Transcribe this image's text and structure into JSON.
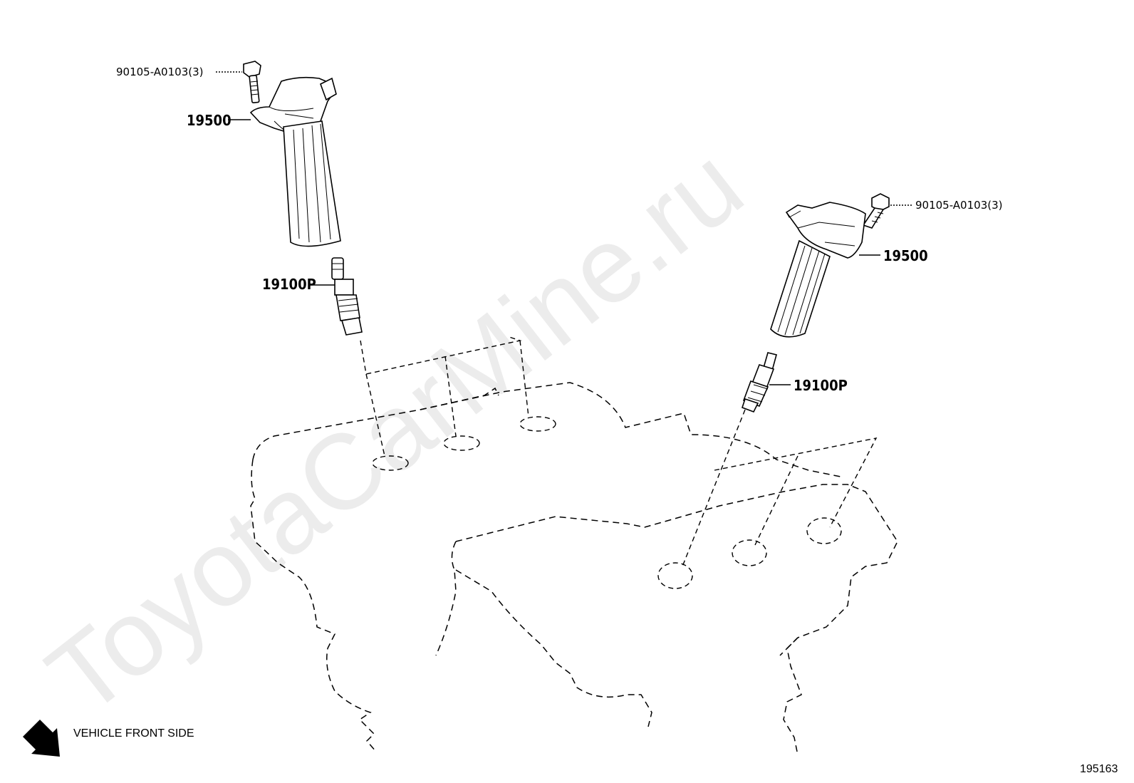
{
  "watermark": "ToyotaCarMine.ru",
  "callouts": {
    "bolt_left": "90105-A0103(3)",
    "coil_left": "19500",
    "plug_left": "19100P",
    "bolt_right": "90105-A0103(3)",
    "coil_right": "19500",
    "plug_right": "19100P"
  },
  "orientation": {
    "label": "VEHICLE FRONT SIDE",
    "icon": "arrow-down-right-icon"
  },
  "figure_number": "195163"
}
